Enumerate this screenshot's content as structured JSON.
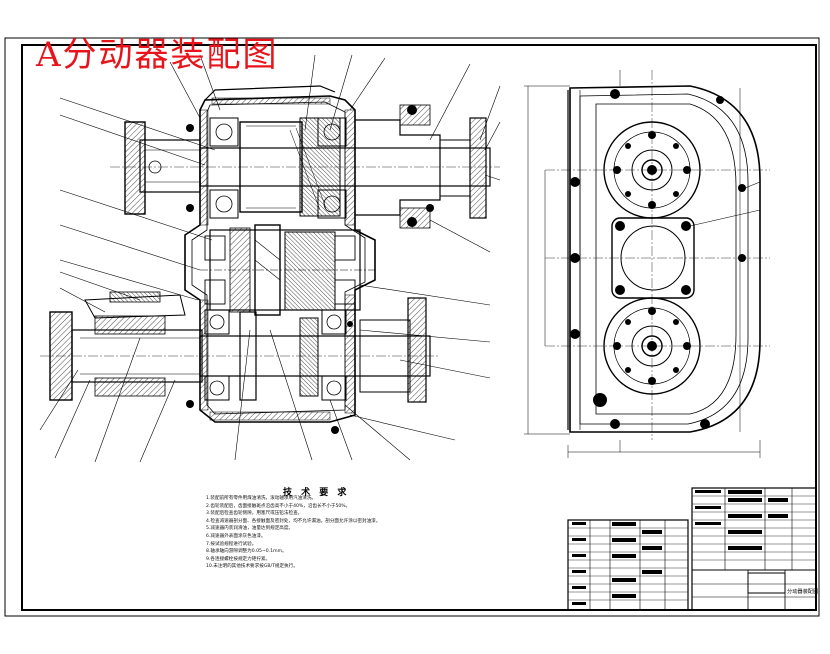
{
  "drawing": {
    "title": "A分动器装配图",
    "title_color": "#e8141b"
  },
  "tech_requirements": {
    "heading": "技 术 要 求",
    "items": [
      "1.装配前所有零件用煤油清洗，滚动轴承用汽油清洗。",
      "2.齿轮装配后，齿面接触斑点沿齿高不小于40%，沿齿长不小于50%。",
      "3.装配后检查齿轮侧隙，用塞尺或压铅法检查。",
      "4.检查减速器剖分面、各接触面及密封处，均不允许漏油。剖分面允许涂以密封油漆。",
      "5.减速器内装润滑油，油量达到规定高度。",
      "6.减速器外表面涂灰色油漆。",
      "7.按试验规程进行试验。",
      "8.轴承轴向游隙调整为0.05~0.1mm。",
      "9.各连接螺栓按规定力矩拧紧。",
      "10.未注明的其他技术要求按GB/T规定执行。"
    ]
  },
  "title_block": {
    "name": "分动器装配图"
  },
  "colors": {
    "line": "#000000",
    "accent": "#e8141b"
  }
}
